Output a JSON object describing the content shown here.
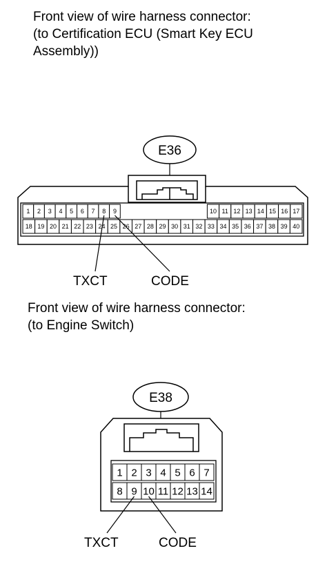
{
  "connector1": {
    "title_lines": [
      "Front view of wire harness connector:",
      "(to Certification ECU (Smart Key ECU",
      "Assembly))"
    ],
    "code": "E36",
    "top_row": [
      "1",
      "2",
      "3",
      "4",
      "5",
      "6",
      "7",
      "8",
      "9",
      "10",
      "11",
      "12",
      "13",
      "14",
      "15",
      "16",
      "17"
    ],
    "bottom_row": [
      "18",
      "19",
      "20",
      "21",
      "22",
      "23",
      "24",
      "25",
      "26",
      "27",
      "28",
      "29",
      "30",
      "31",
      "32",
      "33",
      "34",
      "35",
      "36",
      "37",
      "38",
      "39",
      "40"
    ],
    "signals": [
      {
        "label": "TXCT",
        "pin": "8"
      },
      {
        "label": "CODE",
        "pin": "9"
      }
    ]
  },
  "connector2": {
    "title_lines": [
      "Front view of wire harness connector:",
      "(to Engine Switch)"
    ],
    "code": "E38",
    "top_row": [
      "1",
      "2",
      "3",
      "4",
      "5",
      "6",
      "7"
    ],
    "bottom_row": [
      "8",
      "9",
      "10",
      "11",
      "12",
      "13",
      "14"
    ],
    "signals": [
      {
        "label": "TXCT",
        "pin": "9"
      },
      {
        "label": "CODE",
        "pin": "10"
      }
    ]
  }
}
